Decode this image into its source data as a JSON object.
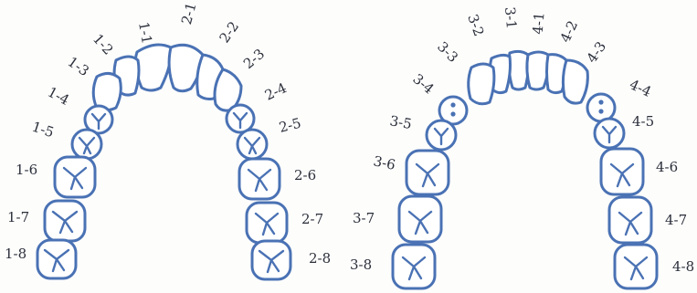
{
  "stroke_color": "#4a72b4",
  "label_color": "#2b2f3a",
  "upper_arch": {
    "labels": {
      "t1_1": "1-1",
      "t1_2": "1-2",
      "t1_3": "1-3",
      "t1_4": "1-4",
      "t1_5": "1-5",
      "t1_6": "1-6",
      "t1_7": "1-7",
      "t1_8": "1-8",
      "t2_1": "2-1",
      "t2_2": "2-2",
      "t2_3": "2-3",
      "t2_4": "2-4",
      "t2_5": "2-5",
      "t2_6": "2-6",
      "t2_7": "2-7",
      "t2_8": "2-8"
    }
  },
  "lower_arch": {
    "labels": {
      "t3_1": "3-1",
      "t3_2": "3-2",
      "t3_3": "3-3",
      "t3_4": "3-4",
      "t3_5": "3-5",
      "t3_6": "3-6",
      "t3_7": "3-7",
      "t3_8": "3-8",
      "t4_1": "4-1",
      "t4_2": "4-2",
      "t4_3": "4-3",
      "t4_4": "4-4",
      "t4_5": "4-5",
      "t4_6": "4-6",
      "t4_7": "4-7",
      "t4_8": "4-8"
    }
  }
}
